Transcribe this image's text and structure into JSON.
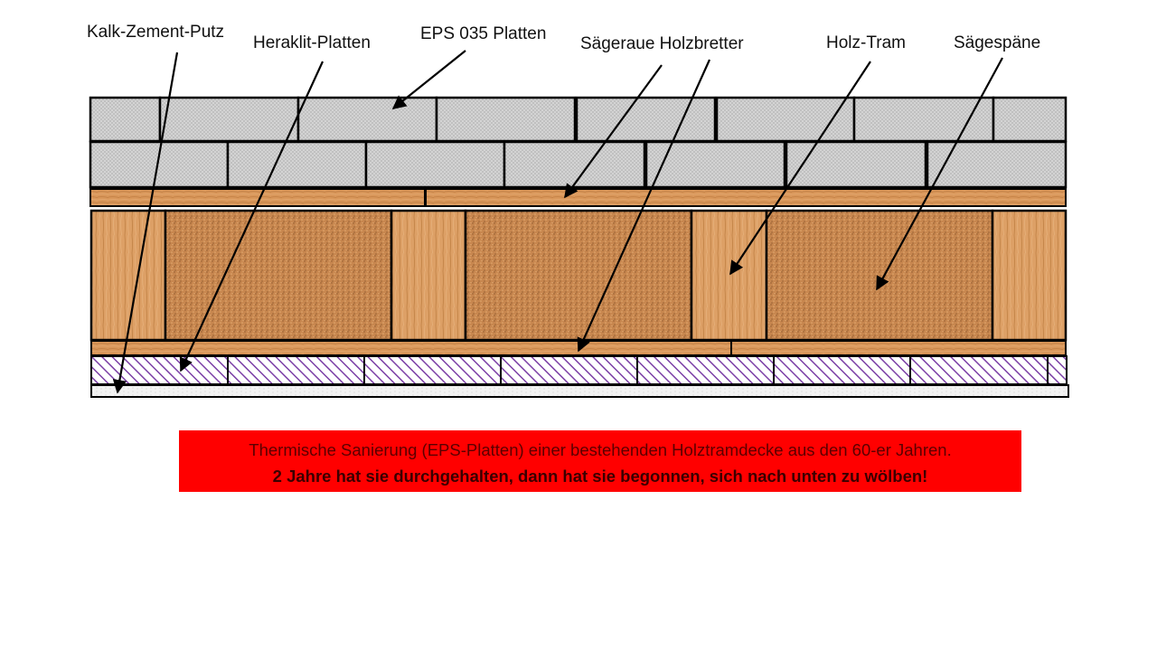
{
  "labels": {
    "kalk": "Kalk-Zement-Putz",
    "heraklit": "Heraklit-Platten",
    "eps": "EPS 035 Platten",
    "bretter": "Sägeraue Holzbretter",
    "tram": "Holz-Tram",
    "spaene": "Sägespäne"
  },
  "note": {
    "line1": "Thermische Sanierung (EPS-Platten) einer bestehenden Holztramdecke  aus den 60-er Jahren.",
    "line2": "2 Jahre hat sie durchgehalten, dann hat sie begonnen, sich nach unten zu wölben!"
  },
  "colors": {
    "eps_fill": "#d4d4d4",
    "wood": "#d9975a",
    "sawdust": "#c4824f",
    "heraklit_hatch": "#7b3fa6",
    "plaster": "#f2f2f2",
    "note_bg": "#ff0000"
  }
}
